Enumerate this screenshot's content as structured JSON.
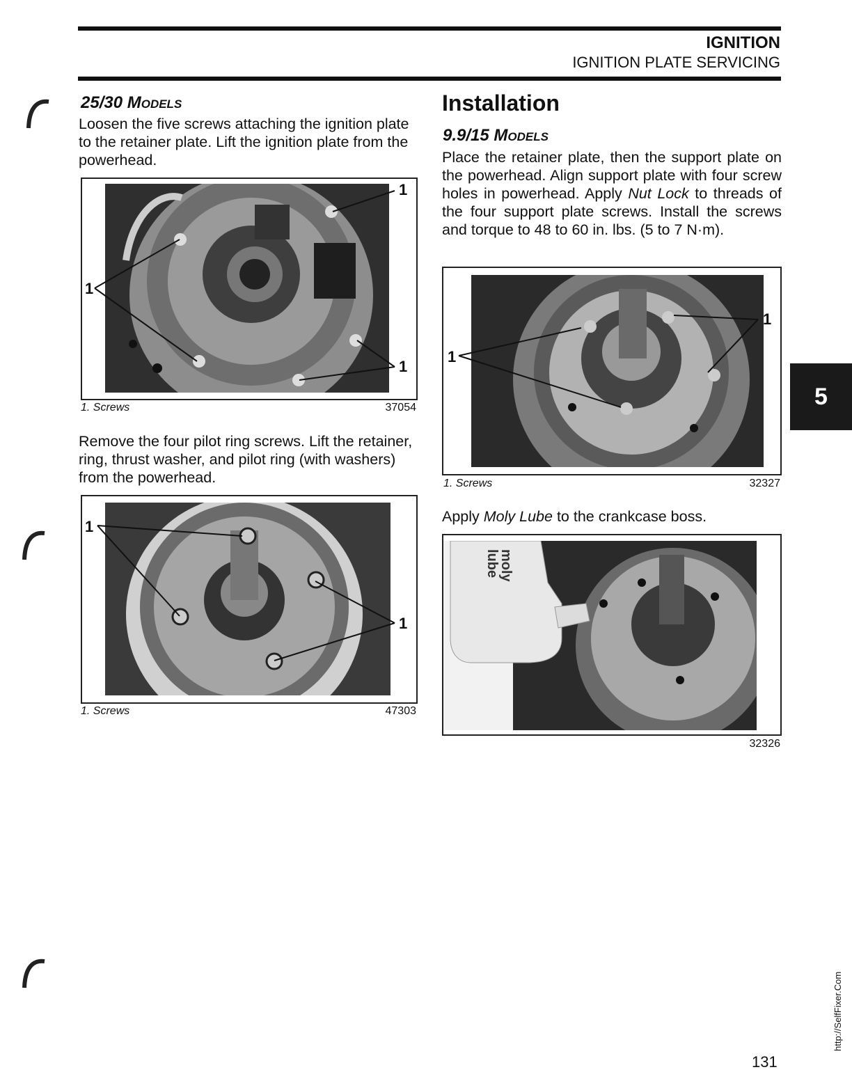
{
  "header": {
    "section": "IGNITION",
    "subsection": "IGNITION PLATE SERVICING"
  },
  "left": {
    "heading_2530": "25/30 Models",
    "para_2530": "Loosen the five screws attaching the ignition plate to the retainer plate. Lift the ignition plate from the powerhead.",
    "fig1": {
      "callout": "1",
      "caption_item": "1.  Screws",
      "number": "37054"
    },
    "para_pilot": "Remove the four pilot ring screws. Lift the retainer, ring, thrust washer, and pilot ring (with washers) from the powerhead.",
    "fig2": {
      "callout": "1",
      "caption_item": "1.  Screws",
      "number": "47303"
    }
  },
  "right": {
    "heading_install": "Installation",
    "heading_915": "9.9/15 Models",
    "para_915_a": "Place the retainer plate, then the support plate on the powerhead. Align support plate with four screw holes in powerhead. Apply ",
    "para_915_em": "Nut Lock",
    "para_915_b": " to threads of the four support plate screws. Install the screws and torque to 48 to 60 in. lbs. (5 to 7 N·m).",
    "fig3": {
      "callout": "1",
      "caption_item": "1.  Screws",
      "number": "32327"
    },
    "para_moly_a": "Apply ",
    "para_moly_em": "Moly Lube",
    "para_moly_b": " to the crankcase boss.",
    "fig4": {
      "bottle_label": "moly lube",
      "number": "32326"
    }
  },
  "tab": {
    "label": "5"
  },
  "footer": {
    "page_number": "131",
    "url": "http://SelfFixer.Com"
  }
}
